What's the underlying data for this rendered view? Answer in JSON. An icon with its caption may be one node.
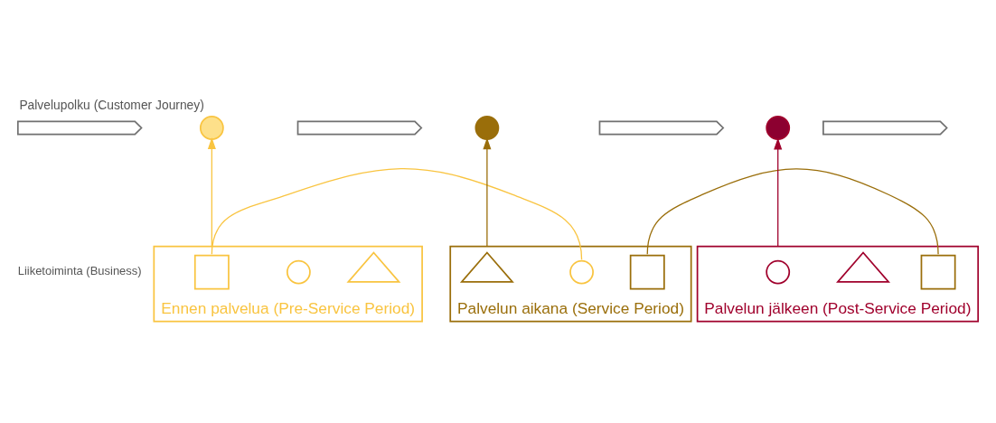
{
  "diagram": {
    "title": "Palvelupolku (Customer Journey)",
    "nodes": [
      {
        "text": [],
        "shape": "chevron"
      },
      {
        "text": [],
        "shape": "circle"
      },
      {
        "text": [],
        "shape": "chevron"
      },
      {
        "text": [],
        "shape": "circle"
      },
      {
        "text": [],
        "shape": "chevron"
      },
      {
        "text": [],
        "shape": "circle"
      },
      {
        "text": [],
        "shape": "chevron"
      },
      {
        "text": [
          "Ennen palvelua (Pre-Service Period)"
        ]
      },
      {
        "text": [],
        "shape": "triangle",
        "in": 7
      },
      {
        "text": [],
        "shape": "circle",
        "in": 7
      },
      {
        "text": [],
        "shape": "box",
        "in": 7
      },
      {
        "text": [
          "Palvelun aikana (Service Period)"
        ]
      },
      {
        "text": [],
        "shape": "box",
        "in": 11
      },
      {
        "text": [],
        "shape": "circle",
        "in": 11
      },
      {
        "text": [],
        "shape": "triangle",
        "in": 11
      },
      {
        "text": [
          "Palvelun jälkeen (Post-Service Period)"
        ]
      },
      {
        "text": [],
        "shape": "box",
        "in": 15
      },
      {
        "text": [],
        "shape": "triangle",
        "in": 15
      },
      {
        "text": [],
        "shape": "circle",
        "in": 15
      }
    ],
    "edges": [
      {
        "from": 7,
        "to": 1,
        "arrow": "to",
        "color": "#f9c440"
      },
      {
        "from": 11,
        "to": 3,
        "arrow": "to",
        "color": "#9a6e0a"
      },
      {
        "from": 15,
        "to": 5,
        "arrow": "to",
        "color": "#a0002c"
      },
      {
        "from": 10,
        "to": 13,
        "arrow": "none",
        "color": "#f9c440"
      },
      {
        "from": 12,
        "to": 16,
        "arrow": "none",
        "color": "#9a6e0a"
      }
    ],
    "labels": [
      "Liiketoiminta (Business)"
    ]
  }
}
